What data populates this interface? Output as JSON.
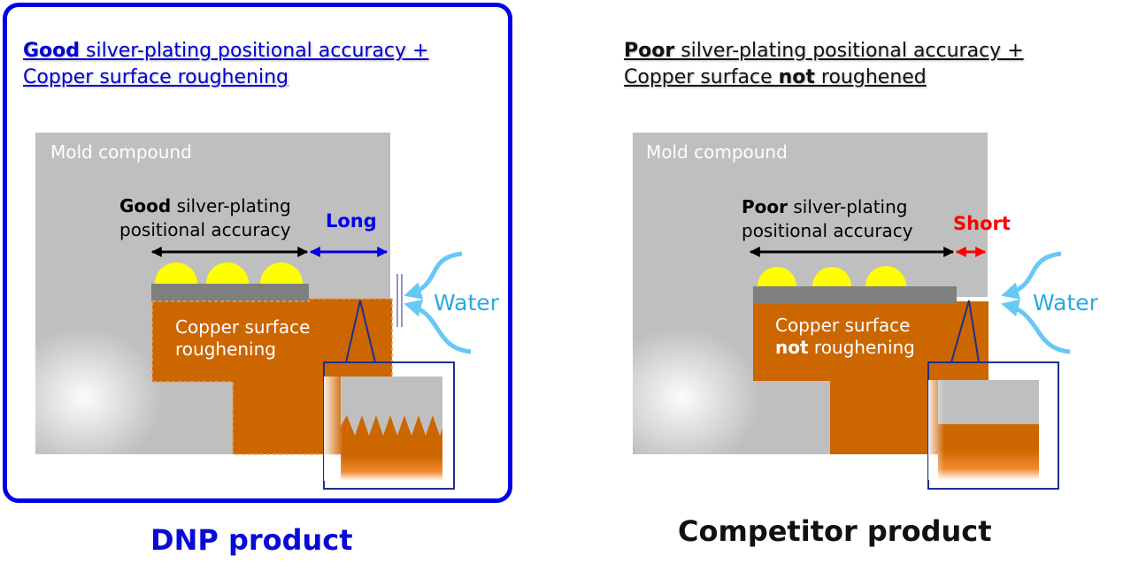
{
  "left_panel": {
    "heading_bold": "Good",
    "heading_rest_line1": " silver-plating positional accuracy +",
    "heading_line2": "Copper surface roughening",
    "mold_label": "Mold compound",
    "accuracy_bold": "Good",
    "accuracy_rest": " silver-plating",
    "accuracy_line2": "positional accuracy",
    "distance_label": "Long",
    "copper_line1": "Copper surface",
    "copper_line2": "roughening",
    "water_label": "Water",
    "caption": "DNP product"
  },
  "right_panel": {
    "heading_bold": "Poor",
    "heading_rest_line1": " silver-plating positional accuracy +",
    "heading_line2_a": "Copper surface ",
    "heading_line2_bold": "not",
    "heading_line2_b": " roughened",
    "mold_label": "Mold compound",
    "accuracy_bold": "Poor",
    "accuracy_rest": " silver-plating",
    "accuracy_line2": "positional accuracy",
    "distance_label": "Short",
    "copper_line1": "Copper surface",
    "copper_line2_bold": "not",
    "copper_line2_rest": " roughening",
    "water_label": "Water",
    "caption": "Competitor product"
  },
  "colors": {
    "dnp_blue": "#0000e6",
    "copper": "#cc6600",
    "mold_gray": "#bfbfbf",
    "plating_gray": "#7f7f7f",
    "silver_yellow": "#ffff00",
    "water_blue": "#66c8f5",
    "short_red": "#ff0000"
  }
}
